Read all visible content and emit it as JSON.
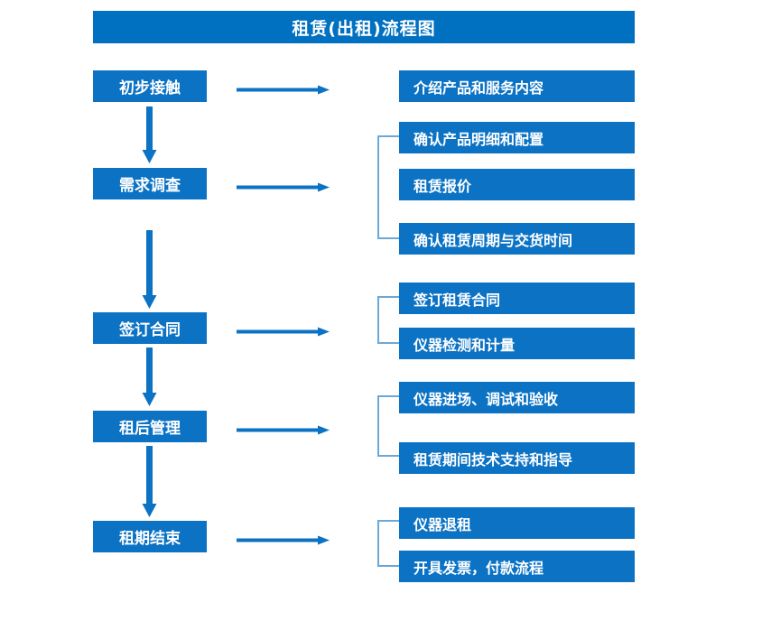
{
  "title": "租赁(出租)流程图",
  "colors": {
    "title_bar": "#0070C0",
    "node_fill": "#0b72c4",
    "node_text": "#ffffff",
    "arrow": "#0b72c4",
    "bracket": "#6ba8d8",
    "background": "#ffffff"
  },
  "stages": [
    {
      "label": "初步接触"
    },
    {
      "label": "需求调查"
    },
    {
      "label": "签订合同"
    },
    {
      "label": "租后管理"
    },
    {
      "label": "租期结束"
    }
  ],
  "details": [
    {
      "label": "介绍产品和服务内容"
    },
    {
      "label": "确认产品明细和配置"
    },
    {
      "label": "租赁报价"
    },
    {
      "label": "确认租赁周期与交货时间"
    },
    {
      "label": "签订租赁合同"
    },
    {
      "label": "仪器检测和计量"
    },
    {
      "label": "仪器进场、调试和验收"
    },
    {
      "label": "租赁期间技术支持和指导"
    },
    {
      "label": "仪器退租"
    },
    {
      "label": "开具发票，付款流程"
    }
  ],
  "connectors": {
    "horizontal_arrow_count": 5,
    "vertical_arrow_count": 4,
    "bracket_count": 4
  }
}
